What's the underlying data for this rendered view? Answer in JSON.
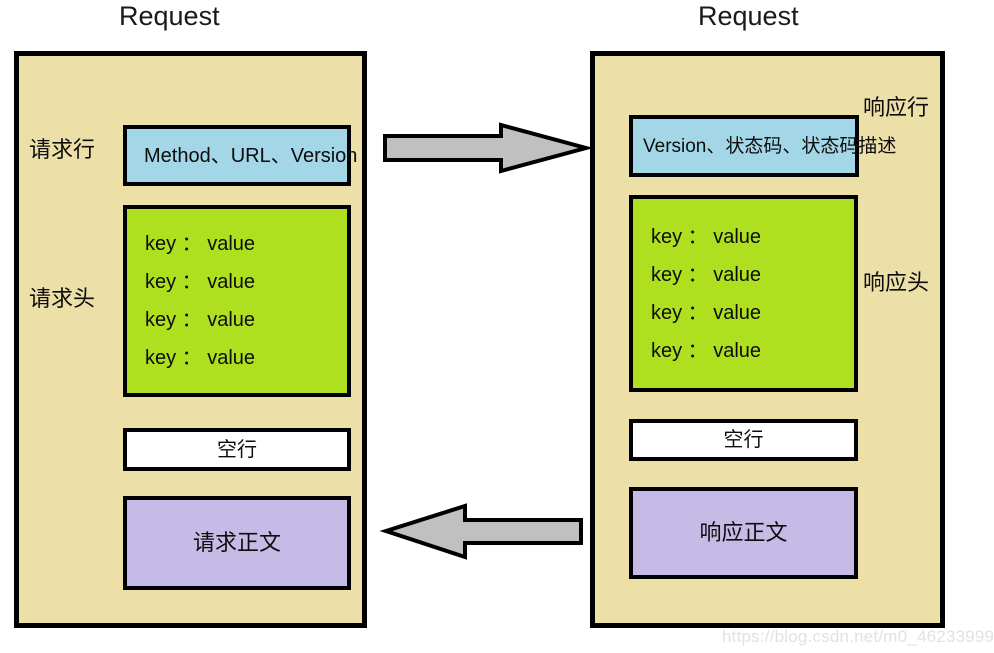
{
  "diagram": {
    "watermark": "https://blog.csdn.net/m0_46233999",
    "colors": {
      "panel_bg": "#EDDFA8",
      "line_box": "#A3D7E8",
      "headers_box": "#AEE01F",
      "blank_box": "#FFFFFF",
      "body_box": "#C5BBE6",
      "arrow_fill": "#C0C0C0",
      "stroke": "#000000"
    },
    "left_panel": {
      "title": "Request",
      "labels": {
        "line": "请求行",
        "headers": "请求头"
      },
      "boxes": {
        "line": "Method、URL、Version",
        "headers": [
          "key ： value",
          "key ： value",
          "key ： value",
          "key ： value"
        ],
        "blank": "空行",
        "body": "请求正文"
      }
    },
    "right_panel": {
      "title": "Request",
      "labels": {
        "line": "响应行",
        "headers": "响应头"
      },
      "boxes": {
        "line": "Version、状态码、状态码描述",
        "headers": [
          "key ： value",
          "key ： value",
          "key ： value",
          "key ： value"
        ],
        "blank": "空行",
        "body": "响应正文"
      }
    },
    "arrows": [
      {
        "name": "request-arrow",
        "direction": "right"
      },
      {
        "name": "response-arrow",
        "direction": "left"
      }
    ]
  }
}
